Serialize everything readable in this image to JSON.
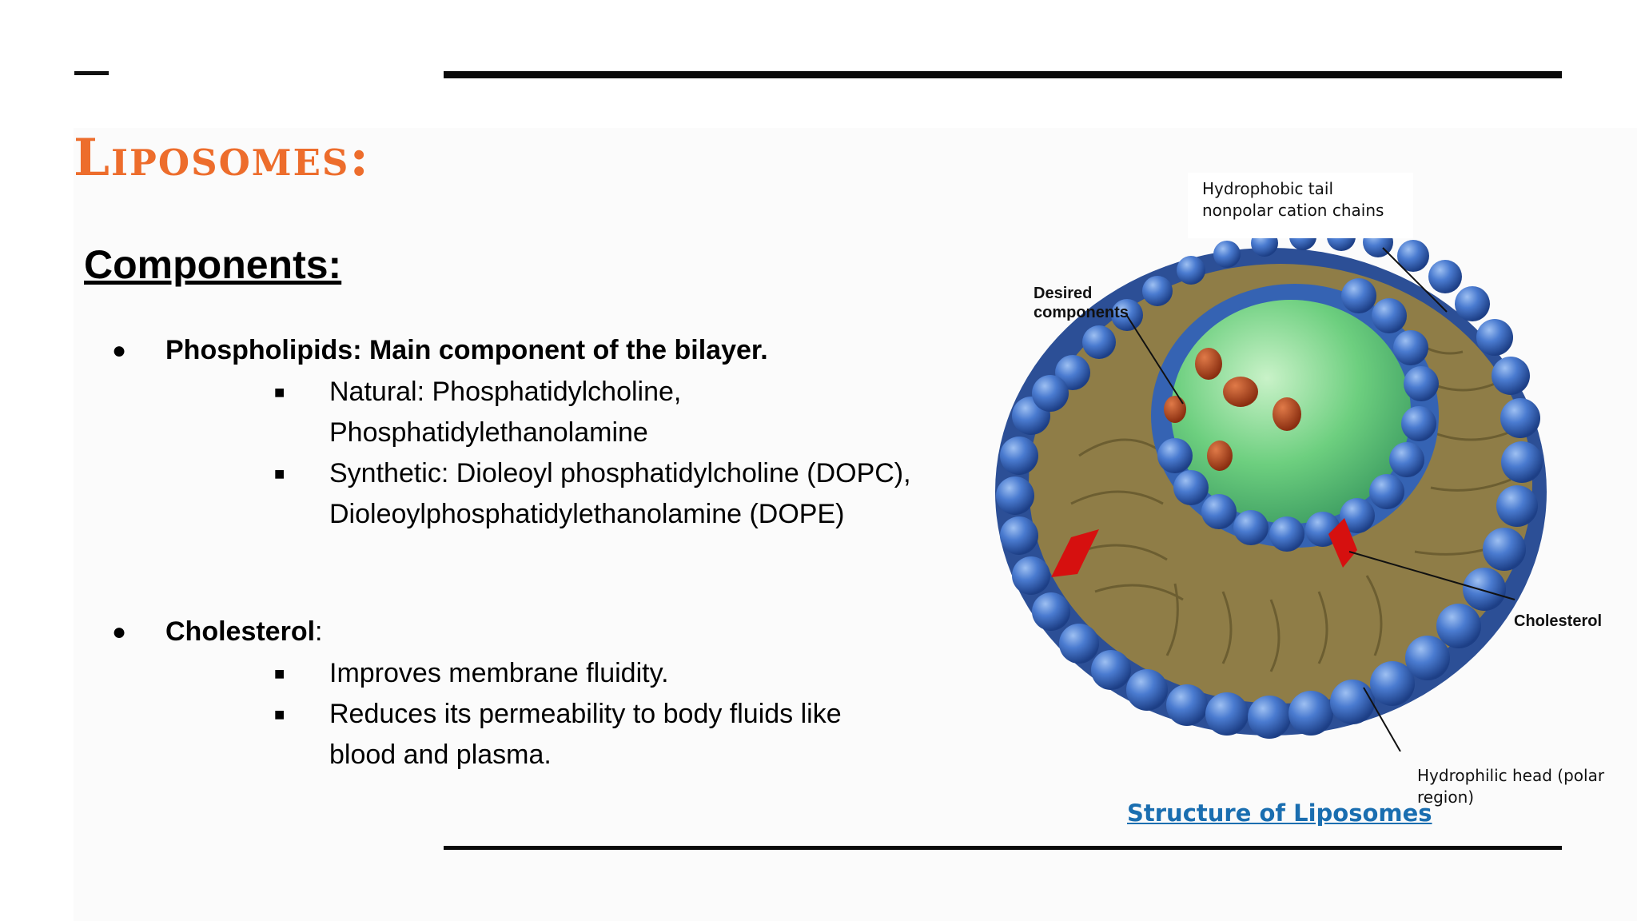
{
  "slide": {
    "title": "Liposomes:",
    "subtitle": "Components:",
    "bullets": [
      {
        "heading": "Phospholipids: Main component of the bilayer.",
        "sub": [
          {
            "line1": "Natural: Phosphatidylcholine,",
            "line2": "Phosphatidylethanolamine"
          },
          {
            "line1": "Synthetic: Dioleoyl phosphatidylcholine (DOPC),",
            "line2": "Dioleoylphosphatidylethanolamine (DOPE)"
          }
        ]
      },
      {
        "heading": "Cholesterol",
        "heading_suffix": ":",
        "sub": [
          {
            "line1": "Improves membrane fluidity."
          },
          {
            "line1": "Reduces its  permeability to body fluids like",
            "line2": "blood and plasma."
          }
        ]
      }
    ],
    "bullet_glyph": "●",
    "sub_bullet_glyph": "■"
  },
  "diagram": {
    "label_tail_1": "Hydrophobic tail",
    "label_tail_2": "nonpolar cation chains",
    "label_desired_1": "Desired",
    "label_desired_2": "components",
    "label_cholesterol": "Cholesterol",
    "label_head_1": "Hydrophilic head (polar",
    "label_head_2": "region)",
    "caption_link": "Structure of Liposomes"
  },
  "colors": {
    "title": "#ed6d2c",
    "head_blue": "#3f6fc0",
    "tail_olive": "#8a7a45",
    "core_green": "#5fc77a",
    "cholesterol_red": "#d6100f",
    "droplet_brown": "#b04a1c",
    "link_blue": "#1a6eb0"
  }
}
